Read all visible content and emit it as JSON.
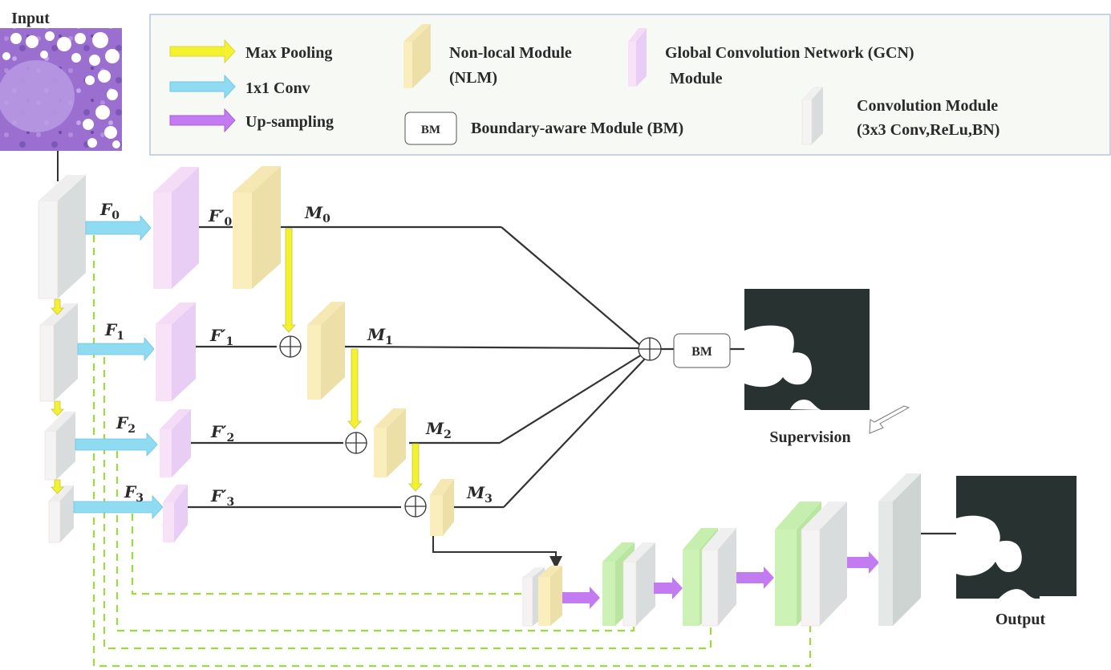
{
  "input": {
    "label": "Input"
  },
  "output": {
    "label": "Output"
  },
  "supervision": {
    "label": "Supervision"
  },
  "legend": {
    "items": [
      {
        "key": "max_pooling",
        "label": "Max Pooling",
        "icon": "yellow-arrow",
        "color": "#f4f22e"
      },
      {
        "key": "conv1x1",
        "label": "1x1 Conv",
        "icon": "cyan-arrow",
        "color": "#8fdcf2"
      },
      {
        "key": "upsampling",
        "label": "Up-sampling",
        "icon": "purple-arrow",
        "color": "#c27bf0"
      },
      {
        "key": "nlm",
        "label_line1": "Non-local Module",
        "label_line2": "(NLM)",
        "icon": "nlm-block",
        "color": "#f8ecb8"
      },
      {
        "key": "bm",
        "box_label": "BM",
        "label": "Boundary-aware Module (BM)",
        "icon": "bm-box"
      },
      {
        "key": "gcn",
        "label_line1": "Global Convolution Network (GCN)",
        "label_line2": "Module",
        "icon": "gcn-block",
        "color": "#f6d8f6"
      },
      {
        "key": "conv",
        "label_line1": "Convolution Module",
        "label_line2": "(3x3 Conv,ReLu,BN)",
        "icon": "conv-block",
        "color": "#eef0f0"
      }
    ]
  },
  "features": {
    "F": [
      {
        "base": "F",
        "sub": "0"
      },
      {
        "base": "F",
        "sub": "1"
      },
      {
        "base": "F",
        "sub": "2"
      },
      {
        "base": "F",
        "sub": "3"
      }
    ],
    "Fprime": [
      {
        "base": "F′",
        "sub": "0"
      },
      {
        "base": "F′",
        "sub": "1"
      },
      {
        "base": "F′",
        "sub": "2"
      },
      {
        "base": "F′",
        "sub": "3"
      }
    ],
    "M": [
      {
        "base": "M",
        "sub": "0"
      },
      {
        "base": "M",
        "sub": "1"
      },
      {
        "base": "M",
        "sub": "2"
      },
      {
        "base": "M",
        "sub": "3"
      }
    ]
  },
  "bm_node": {
    "label": "BM"
  },
  "colors": {
    "encoder_front": "#f4f4f4",
    "encoder_side": "#d9dcdc",
    "gcn_front": "#f8e2f8",
    "gcn_side": "#e8cdf4",
    "nlm_front": "#fbeebd",
    "nlm_side": "#ece0a8",
    "decoder_green_front": "#cdf2b6",
    "decoder_green_side": "#b8e6a0",
    "mask_dark": "#283230",
    "skip_dash": "#9bdc3c",
    "line": "#333333",
    "legend_bg": "#f7faf4",
    "legend_border": "#b7c6e0"
  }
}
